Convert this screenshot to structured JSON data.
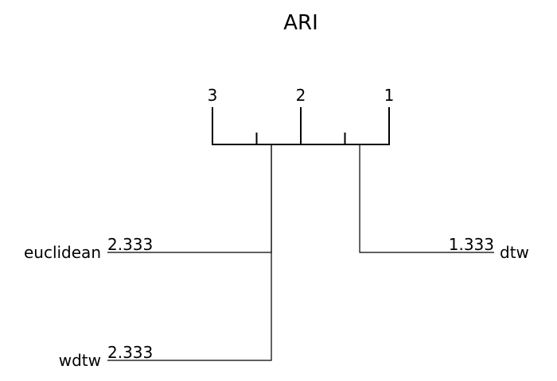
{
  "chart_data": {
    "type": "critical-difference",
    "title": "ARI",
    "axis": {
      "range": [
        1,
        3
      ],
      "reversed": true,
      "tick_labels": [
        "3",
        "2",
        "1"
      ],
      "minor_ticks": [
        2.5,
        1.5
      ]
    },
    "methods": [
      {
        "name": "euclidean",
        "avg_rank": 2.333,
        "rank_label": "2.333",
        "side": "left"
      },
      {
        "name": "wdtw",
        "avg_rank": 2.333,
        "rank_label": "2.333",
        "side": "left"
      },
      {
        "name": "dtw",
        "avg_rank": 1.333,
        "rank_label": "1.333",
        "side": "right"
      }
    ]
  }
}
